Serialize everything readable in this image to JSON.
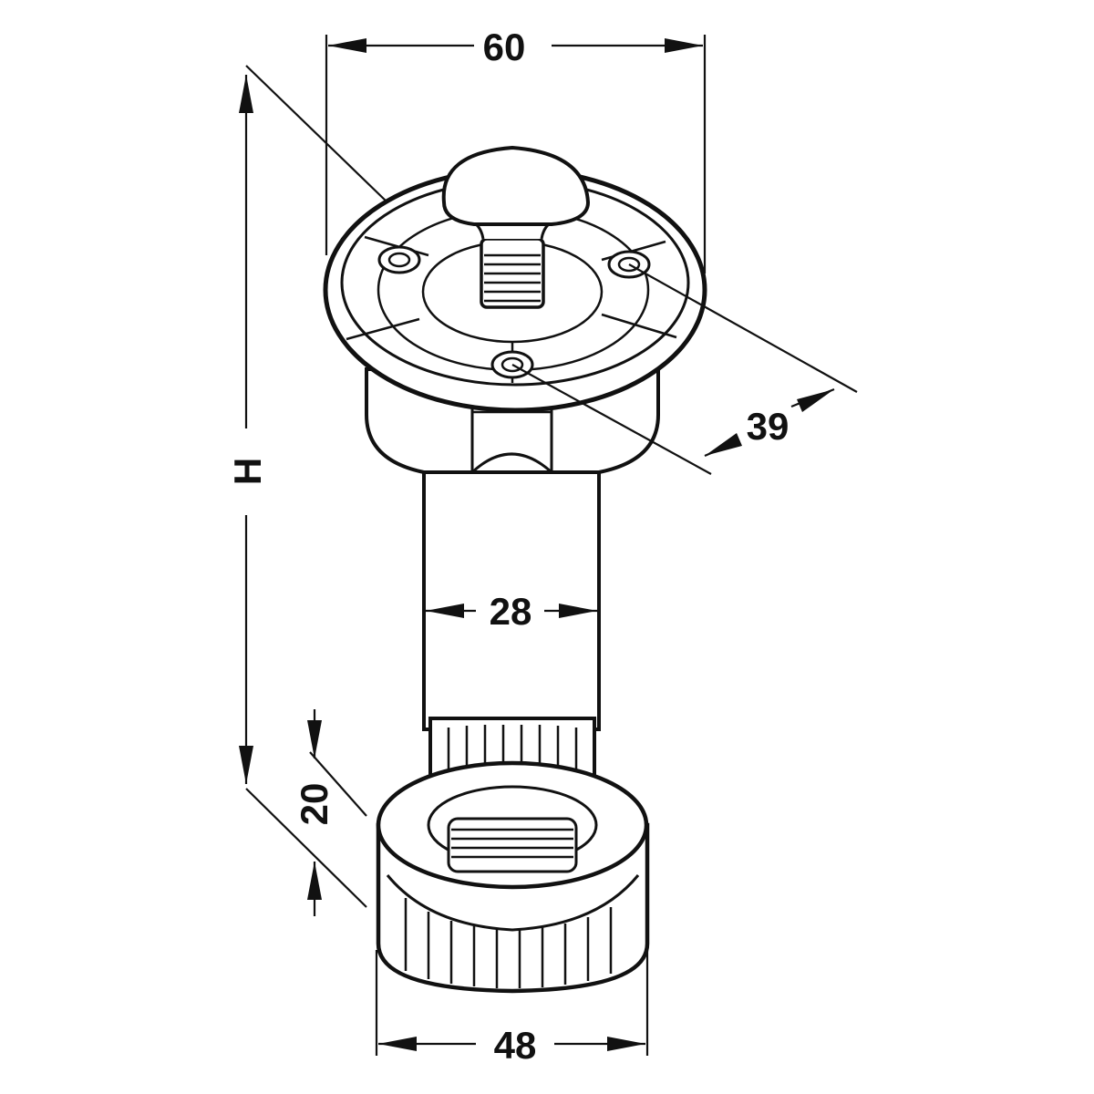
{
  "drawing": {
    "dimensions": {
      "top_width": "60",
      "height": "H",
      "hole_spacing": "39",
      "shaft_diameter": "28",
      "nut_height": "20",
      "base_diameter": "48"
    }
  }
}
